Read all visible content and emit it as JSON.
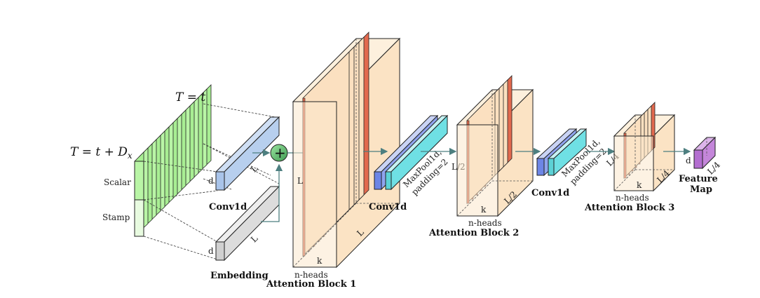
{
  "input": {
    "title_top": "T = t",
    "title_left": "T = t + D",
    "title_left_sub": "x",
    "scalar_label": "Scalar",
    "stamp_label": "Stamp"
  },
  "embedding": {
    "conv_label": "Conv1d",
    "embed_label": "Embedding",
    "dim_d_top": "d",
    "dim_L_top": "L",
    "dim_d_bottom": "d",
    "dim_L_bottom": "L",
    "plus_symbol": "+"
  },
  "block1": {
    "title": "Attention Block 1",
    "heads": "n-heads",
    "dim_L_left": "L",
    "dim_L_bottom": "L",
    "dim_k": "k"
  },
  "between1": {
    "conv_label": "Conv1d",
    "pool_line1": "MaxPool1d,",
    "pool_line2": "padding=2",
    "dim_L2": "L/2"
  },
  "block2": {
    "title": "Attention Block 2",
    "heads": "n-heads",
    "dim_k": "k",
    "dim_L2": "L/2"
  },
  "between2": {
    "conv_label": "Conv1d",
    "pool_line1": "MaxPool1d,",
    "pool_line2": "padding=2",
    "dim_L4": "L/4"
  },
  "block3": {
    "title": "Attention Block 3",
    "heads": "n-heads",
    "dim_k": "k",
    "dim_L4": "L/4"
  },
  "output": {
    "title_line1": "Feature",
    "title_line2": "Map",
    "dim_d": "d",
    "dim_L4": "L/4"
  },
  "colors": {
    "green": "#b9f5a6",
    "green_dark": "#8fe07a",
    "blue": "#b7cfee",
    "gray": "#dcdcdc",
    "beige": "#fce8cc",
    "red": "#e2694e",
    "red_dark": "#c94f37",
    "cyan": "#6fe0e4",
    "purple": "#b36ed0",
    "arrow": "#4d7f80",
    "plus": "#5cb86a"
  }
}
